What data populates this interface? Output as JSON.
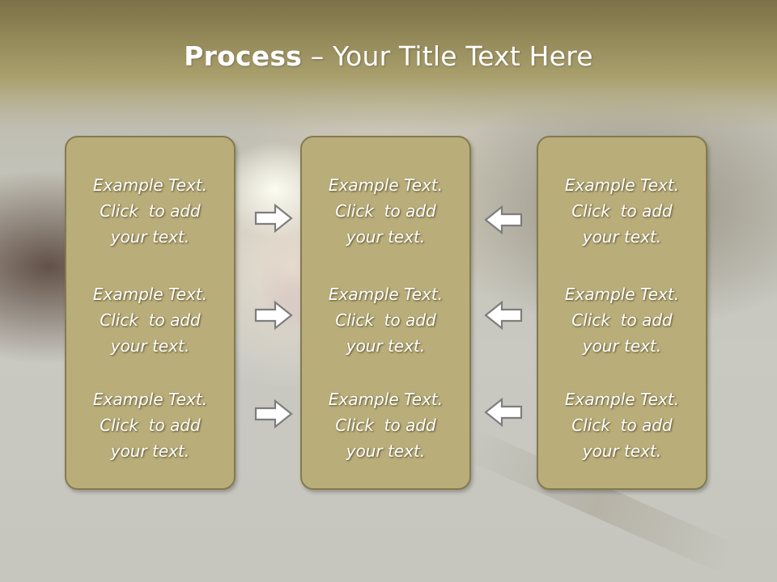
{
  "title": {
    "bold": "Process",
    "rest": " – Your Title Text Here"
  },
  "panels": [
    {
      "items": [
        {
          "line1": "Example Text.",
          "line2": "Click  to add",
          "line3": "your text."
        },
        {
          "line1": "Example Text.",
          "line2": "Click  to add",
          "line3": "your text."
        },
        {
          "line1": "Example Text.",
          "line2": "Click  to add",
          "line3": "your text."
        }
      ]
    },
    {
      "items": [
        {
          "line1": "Example Text.",
          "line2": "Click  to add",
          "line3": "your text."
        },
        {
          "line1": "Example Text.",
          "line2": "Click  to add",
          "line3": "your text."
        },
        {
          "line1": "Example Text.",
          "line2": "Click  to add",
          "line3": "your text."
        }
      ]
    },
    {
      "items": [
        {
          "line1": "Example Text.",
          "line2": "Click  to add",
          "line3": "your text."
        },
        {
          "line1": "Example Text.",
          "line2": "Click  to add",
          "line3": "your text."
        },
        {
          "line1": "Example Text.",
          "line2": "Click  to add",
          "line3": "your text."
        }
      ]
    }
  ],
  "arrows": {
    "left_column": "arrow-right-icon",
    "right_column": "arrow-left-icon"
  },
  "colors": {
    "panel_fill": "#b9ad7a",
    "panel_border": "#857a4f",
    "title_band": "#948958",
    "text": "#ffffff"
  }
}
